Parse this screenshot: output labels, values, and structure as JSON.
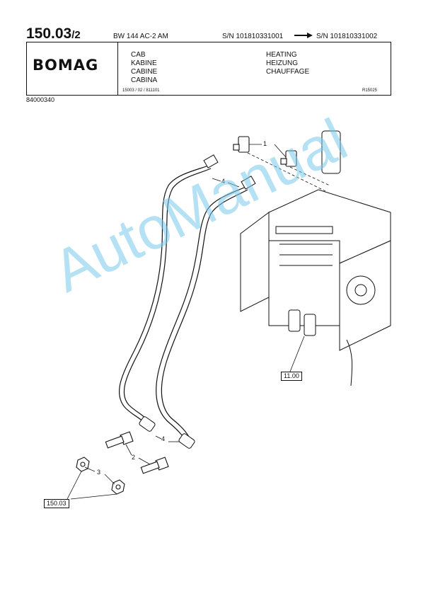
{
  "header": {
    "page_number": "150.03",
    "page_sub": "/2",
    "model": "BW 144 AC-2 AM",
    "serial_from": "S/N 101810331001",
    "serial_to": "S/N 101810331002",
    "logo": "BOMAG",
    "descriptions_left": [
      "CAB",
      "KABINE",
      "CABINE",
      "CABINA"
    ],
    "descriptions_right": [
      "HEATING",
      "HEIZUNG",
      "CHAUFFAGE"
    ],
    "reference_code": "15003 / 02 / 811101",
    "drawing_code": "R15025",
    "document_number": "84000340"
  },
  "diagram": {
    "callouts": [
      "1",
      "2",
      "3",
      "4",
      "4"
    ],
    "reference_boxes": [
      "11.00",
      "150.03"
    ]
  },
  "watermark": "AutoManual"
}
